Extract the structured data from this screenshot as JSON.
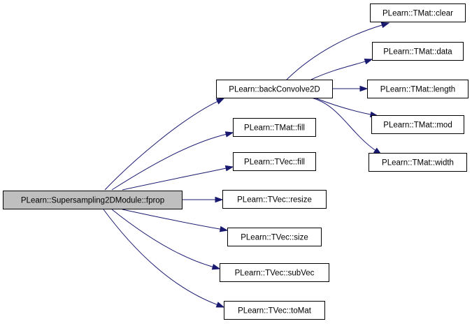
{
  "graph": {
    "colors": {
      "edge": "#191970",
      "root_fill": "#bfbfbf",
      "node_fill": "#ffffff",
      "border": "#000000"
    },
    "nodes": [
      {
        "id": "fprop",
        "label": "PLearn::Supersampling2DModule::fprop",
        "root": true
      },
      {
        "id": "backConvolve2D",
        "label": "PLearn::backConvolve2D"
      },
      {
        "id": "tmat_fill",
        "label": "PLearn::TMat::fill"
      },
      {
        "id": "tvec_fill",
        "label": "PLearn::TVec::fill"
      },
      {
        "id": "tvec_resize",
        "label": "PLearn::TVec::resize"
      },
      {
        "id": "tvec_size",
        "label": "PLearn::TVec::size"
      },
      {
        "id": "tvec_subVec",
        "label": "PLearn::TVec::subVec"
      },
      {
        "id": "tvec_toMat",
        "label": "PLearn::TVec::toMat"
      },
      {
        "id": "tmat_clear",
        "label": "PLearn::TMat::clear"
      },
      {
        "id": "tmat_data",
        "label": "PLearn::TMat::data"
      },
      {
        "id": "tmat_length",
        "label": "PLearn::TMat::length"
      },
      {
        "id": "tmat_mod",
        "label": "PLearn::TMat::mod"
      },
      {
        "id": "tmat_width",
        "label": "PLearn::TMat::width"
      }
    ],
    "edges": [
      {
        "from": "fprop",
        "to": "backConvolve2D"
      },
      {
        "from": "fprop",
        "to": "tmat_fill"
      },
      {
        "from": "fprop",
        "to": "tvec_fill"
      },
      {
        "from": "fprop",
        "to": "tvec_resize"
      },
      {
        "from": "fprop",
        "to": "tvec_size"
      },
      {
        "from": "fprop",
        "to": "tvec_subVec"
      },
      {
        "from": "fprop",
        "to": "tvec_toMat"
      },
      {
        "from": "backConvolve2D",
        "to": "tmat_clear"
      },
      {
        "from": "backConvolve2D",
        "to": "tmat_data"
      },
      {
        "from": "backConvolve2D",
        "to": "tmat_length"
      },
      {
        "from": "backConvolve2D",
        "to": "tmat_mod"
      },
      {
        "from": "backConvolve2D",
        "to": "tmat_width"
      }
    ]
  }
}
